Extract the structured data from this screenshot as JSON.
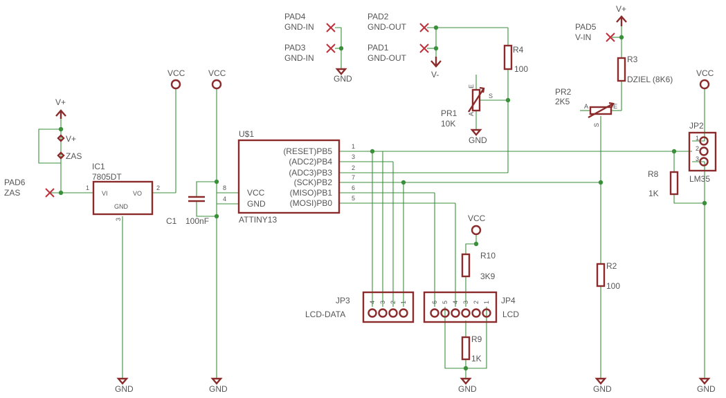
{
  "parts": {
    "ic1": {
      "name": "IC1",
      "value": "7805DT",
      "pin_vi": "VI",
      "pin_vo": "VO",
      "pin_gnd": "GND",
      "n1": "1",
      "n2": "2",
      "n3": "3"
    },
    "u1": {
      "name": "U$1",
      "value": "ATTINY13",
      "left_pins": [
        {
          "num": "8",
          "label": "VCC"
        },
        {
          "num": "4",
          "label": "GND"
        }
      ],
      "right_pins": [
        {
          "label": "(RESET)PB5",
          "num": "1"
        },
        {
          "label": "(ADC2)PB4",
          "num": "3"
        },
        {
          "label": "(ADC3)PB3",
          "num": "2"
        },
        {
          "label": "(SCK)PB2",
          "num": "7"
        },
        {
          "label": "(MISO)PB1",
          "num": "6"
        },
        {
          "label": "(MOSI)PB0",
          "num": "5"
        }
      ]
    },
    "c1": {
      "name": "C1",
      "value": "100nF"
    },
    "r4": {
      "name": "R4",
      "value": "100"
    },
    "r3": {
      "name": "R3",
      "value": "DZIEL (8K6)"
    },
    "r8": {
      "name": "R8",
      "value": "1K"
    },
    "r2": {
      "name": "R2",
      "value": "100"
    },
    "r10": {
      "name": "R10",
      "value": "3K9"
    },
    "r9": {
      "name": "R9",
      "value": "1K"
    },
    "pr1": {
      "name": "PR1",
      "value": "10K",
      "a": "A",
      "e": "E",
      "s": "S"
    },
    "pr2": {
      "name": "PR2",
      "value": "2K5",
      "a": "A",
      "e": "E",
      "s": "S"
    },
    "jp2": {
      "name": "JP2",
      "value": "LM35",
      "pins": [
        "1",
        "2",
        "3"
      ]
    },
    "jp3": {
      "name": "JP3",
      "value": "LCD-DATA",
      "pins": [
        "4",
        "3",
        "2",
        "1"
      ]
    },
    "jp4": {
      "name": "JP4",
      "value": "LCD",
      "pins": [
        "6",
        "5",
        "4",
        "3",
        "2",
        "1"
      ]
    }
  },
  "pads": {
    "pad1": {
      "name": "PAD1",
      "value": "GND-OUT"
    },
    "pad2": {
      "name": "PAD2",
      "value": "GND-OUT"
    },
    "pad3": {
      "name": "PAD3",
      "value": "GND-IN"
    },
    "pad4": {
      "name": "PAD4",
      "value": "GND-IN"
    },
    "pad5": {
      "name": "PAD5",
      "value": "V-IN"
    },
    "pad6": {
      "name": "PAD6",
      "value": "ZAS"
    }
  },
  "supplies": {
    "vcc": "VCC",
    "gnd": "GND",
    "vplus": "V+",
    "vminus": "V-",
    "zas": "ZAS"
  }
}
